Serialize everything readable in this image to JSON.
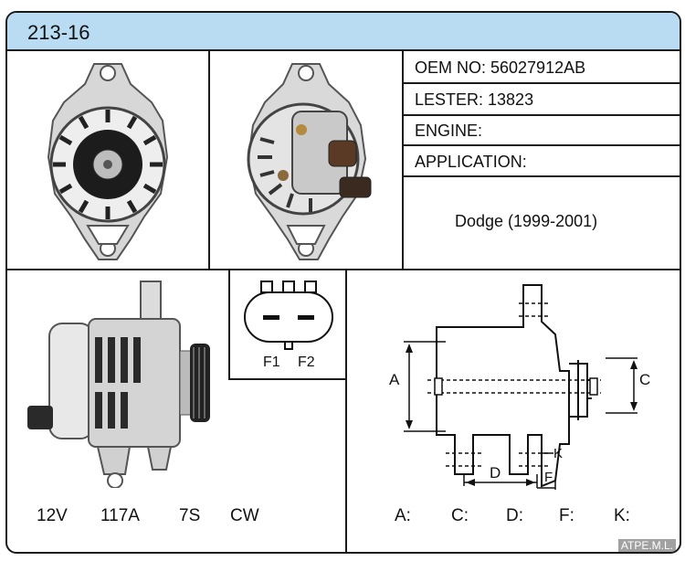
{
  "title": "213-16",
  "info": {
    "oem": "OEM NO: 56027912AB",
    "lester": "LESTER: 13823",
    "engine": "ENGINE:",
    "application": "APPLICATION:",
    "application_value": "Dodge (1999-2001)"
  },
  "connector": {
    "f1": "F1",
    "f2": "F2"
  },
  "specs": {
    "voltage": "12V",
    "amperage": "117A",
    "pulley": "7S",
    "rotation": "CW"
  },
  "dimension_labels": {
    "a": "A:",
    "c": "C:",
    "d": "D:",
    "f": "F:",
    "k": "K:"
  },
  "drawing_labels": {
    "a": "A",
    "c": "C",
    "d": "D",
    "f": "F",
    "k": "K"
  },
  "watermark": "ATPE.M.L."
}
